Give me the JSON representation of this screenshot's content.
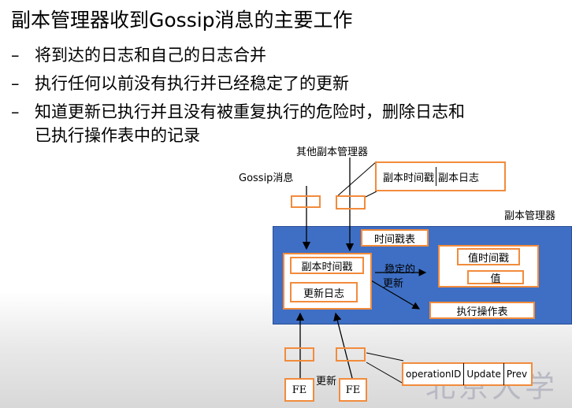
{
  "title": "副本管理器收到Gossip消息的主要工作",
  "bullets": [
    "将到达的日志和自己的日志合并",
    "执行任何以前没有执行并已经稳定了的更新",
    "知道更新已执行并且没有被重复执行的危险时，删除日志和",
    "已执行操作表中的记录"
  ],
  "dash": "–",
  "diagram": {
    "other_rm_label": "其他副本管理器",
    "gossip_label": "Gossip消息",
    "gossip_ts": "副本时间戳",
    "gossip_log": "副本日志",
    "rm_label": "副本管理器",
    "timestamp_table": "时间戳表",
    "replica_ts": "副本时间戳",
    "update_log": "更新日志",
    "stable_line1": "稳定的",
    "stable_line2": "更新",
    "value_ts": "值时间戳",
    "value": "值",
    "executed_table": "执行操作表",
    "update_label": "更新",
    "fe1": "FE",
    "fe2": "FE",
    "op_id": "operationID",
    "op_update": "Update",
    "op_prev": "Prev"
  },
  "watermark": "北京大学"
}
